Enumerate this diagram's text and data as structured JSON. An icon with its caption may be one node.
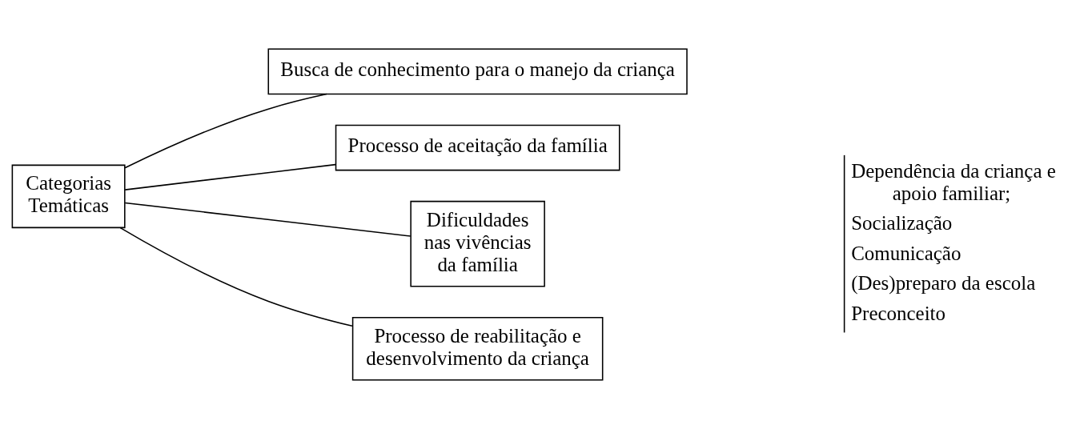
{
  "diagram": {
    "nodes": [
      {
        "text": [
          "Categorias Temáticas"
        ]
      },
      {
        "text": [
          "Busca de conhecimento para o manejo da criança"
        ]
      },
      {
        "text": [
          "Processo de aceitação da família"
        ]
      },
      {
        "text": [
          "Dificuldades nas vivências da família"
        ],
        "beside": [
          "Dependência da criança e apoio familiar;",
          "Socialização",
          "Comunicação",
          "(Des)preparo da escola",
          "Preconceito"
        ]
      },
      {
        "text": [
          "Processo de reabilitação e desenvolvimento da criança"
        ]
      }
    ],
    "edges": [
      {
        "from": 0,
        "to": 1,
        "arrow": "none"
      },
      {
        "from": 0,
        "to": 2,
        "arrow": "none"
      },
      {
        "from": 0,
        "to": 3,
        "arrow": "none"
      },
      {
        "from": 0,
        "to": 4,
        "arrow": "none"
      }
    ]
  }
}
